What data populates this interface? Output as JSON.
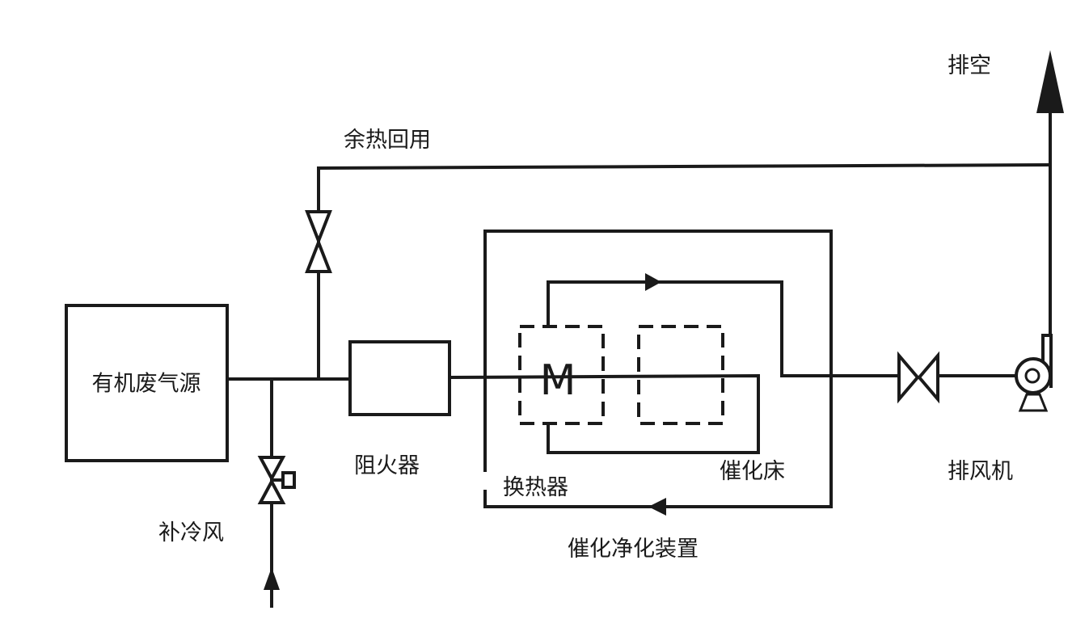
{
  "diagram": {
    "labels": {
      "source": "有机废气源",
      "flame_arrester": "阻火器",
      "cooling_air": "补冷风",
      "heat_recovery": "余热回用",
      "exhaust": "排空",
      "fan": "排风机",
      "heat_exchanger": "换热器",
      "catalytic_bed": "催化床",
      "device": "催化净化装置",
      "motor_symbol": "M"
    },
    "colors": {
      "line": "#1a1a1a",
      "background": "#ffffff"
    }
  }
}
